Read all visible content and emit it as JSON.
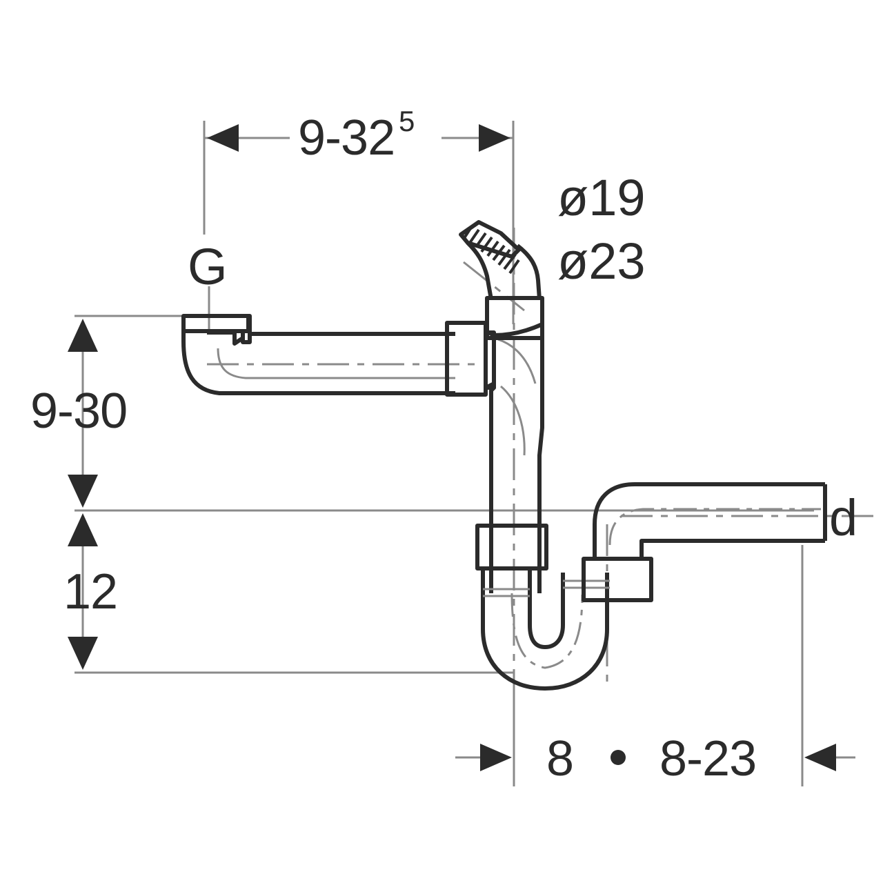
{
  "drawing": {
    "title": "Siphon dimensional drawing",
    "type": "technical-line-drawing",
    "stroke_color": "#2b2b2b",
    "thin_line_color": "#8a8a8a",
    "background_color": "#ffffff"
  },
  "dimensions": {
    "top_horizontal": {
      "label": "9-32",
      "superscript": "5",
      "orientation": "horizontal",
      "arrows": "both-outward"
    },
    "left_upper_vertical": {
      "label": "9-30",
      "orientation": "vertical",
      "arrows": "up-and-double"
    },
    "left_lower_vertical": {
      "label": "12",
      "orientation": "vertical",
      "arrows": "double-and-down"
    },
    "bottom_left": {
      "label": "8",
      "orientation": "horizontal",
      "arrows": "right-inward"
    },
    "bottom_right": {
      "label": "8-23",
      "orientation": "horizontal",
      "arrows": "left-inward"
    }
  },
  "callouts": {
    "thread_size": "G",
    "hose_outer_diameter": "ø19",
    "hose_inner_diameter": "ø23",
    "outlet_diameter": "d"
  }
}
